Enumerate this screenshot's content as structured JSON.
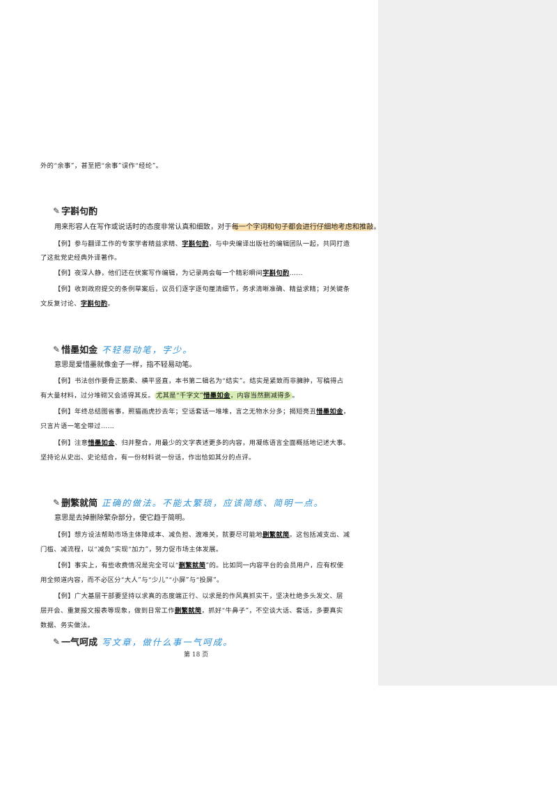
{
  "page_number": "第 18 页",
  "intro_line": "外的“余事”，甚至把“余事”误作“经纶”。",
  "icons": {
    "heading_icon": "pen-icon"
  },
  "colors": {
    "handwriting": "#2b8fd6",
    "highlight_orange": "#fad696",
    "highlight_green": "#d2ebaa",
    "comment_pane": "#efefef"
  },
  "sections": [
    {
      "title": "字斟句酌",
      "note": "",
      "meaning": {
        "pre": "用来形容人在写作或说话时的态度非常认真和细致，对于",
        "hl": "每一个字词和句子都会进行仔细地考虑和推敲",
        "post": "。"
      },
      "examples": [
        {
          "l1a": "【例】参与翻译工作的专家学者精益求精、",
          "l1k": "字斟句酌",
          "l1b": "，与中央编译出版社的编辑团队一起，共同打造",
          "l2": "了这批党史经典外译著作。"
        },
        {
          "l1a": "【例】夜深人静，他们还在伏案写作编辑，为记录两会每一个精彩瞬间",
          "l1k": "字斟句酌",
          "l1b": "……"
        },
        {
          "l1a": "【例】收到政府提交的条例草案后，议员们逐字逐句厘清细节，务求清晰准确、精益求精；对关键条",
          "l2a": "文反复讨论、",
          "l2k": "字斟句酌",
          "l2b": "。"
        }
      ]
    },
    {
      "title": "惜墨如金",
      "note": "不轻易动笔，字少。",
      "meaning": "意思是爱惜墨就像金子一样，指不轻易动笔。",
      "examples": [
        {
          "l1": "【例】书法创作要骨正筋柔、横平竖直，本书第二辑名为“结实”。结实是紧致而非臃肿，写稿得占",
          "l2a": "有大量材料，过分堆砌又会适得其反。",
          "l2h1": "尤其是“千字文”",
          "l2k": "惜墨如金",
          "l2h2": "，内容当然删减得多",
          "l2b": "。"
        },
        {
          "l1a": "【例】年终总结图省事，照猫画虎抄去年；空话套话一堆堆，言之无物水分多；揭短亮丑",
          "l1k": "惜墨如金",
          "l1b": "，",
          "l2": "只言片语一笔全带过……"
        },
        {
          "l1a": "【例】注意",
          "l1k": "惜墨如金",
          "l1b": "、归并整合，用最少的文字表述更多的内容，用凝练语言全面概括地记述大事。",
          "l2": "坚持论从史出、史论结合，有一份材料说一份话，作出恰如其分的点评。"
        }
      ]
    },
    {
      "title": "删繁就简",
      "note": "正确的做法。不能太繁琐，应该简练、简明一点。",
      "meaning": "意思是去掉删除繁杂部分，使它趋于简明。",
      "examples": [
        {
          "l1a": "【例】想方设法帮助市场主体降成本、减负担、渡难关，就要尽可能地",
          "l1k": "删繁就简",
          "l1b": "。这包括减支出、减",
          "l2": "门槛、减流程，以“减负”实现“加力”，努力促市场主体发展。"
        },
        {
          "l1a": "【例】事实上，有些收费情况是完全可以“",
          "l1k": "删繁就简",
          "l1b": "”的。比如同一内容平台的会员用户，应有权使",
          "l2": "用全频道内容，而不必区分“大人”与“少儿”“小屏”与“投屏”。"
        },
        {
          "l1": "【例】广大基层干部要坚持以求真的态度端正行、以求是的作风真抓实干，坚决杜绝多头发文、层",
          "l2a": "层开会、重复报文报表等现象，做到日常工作",
          "l2k": "删繁就简",
          "l2b": "，抓好“牛鼻子”，不空谈大话、套话，多要真实",
          "l3": "数据、务实做法。"
        }
      ]
    },
    {
      "title": "一气呵成",
      "note": "写文章，做什么事一气呵成。"
    }
  ]
}
